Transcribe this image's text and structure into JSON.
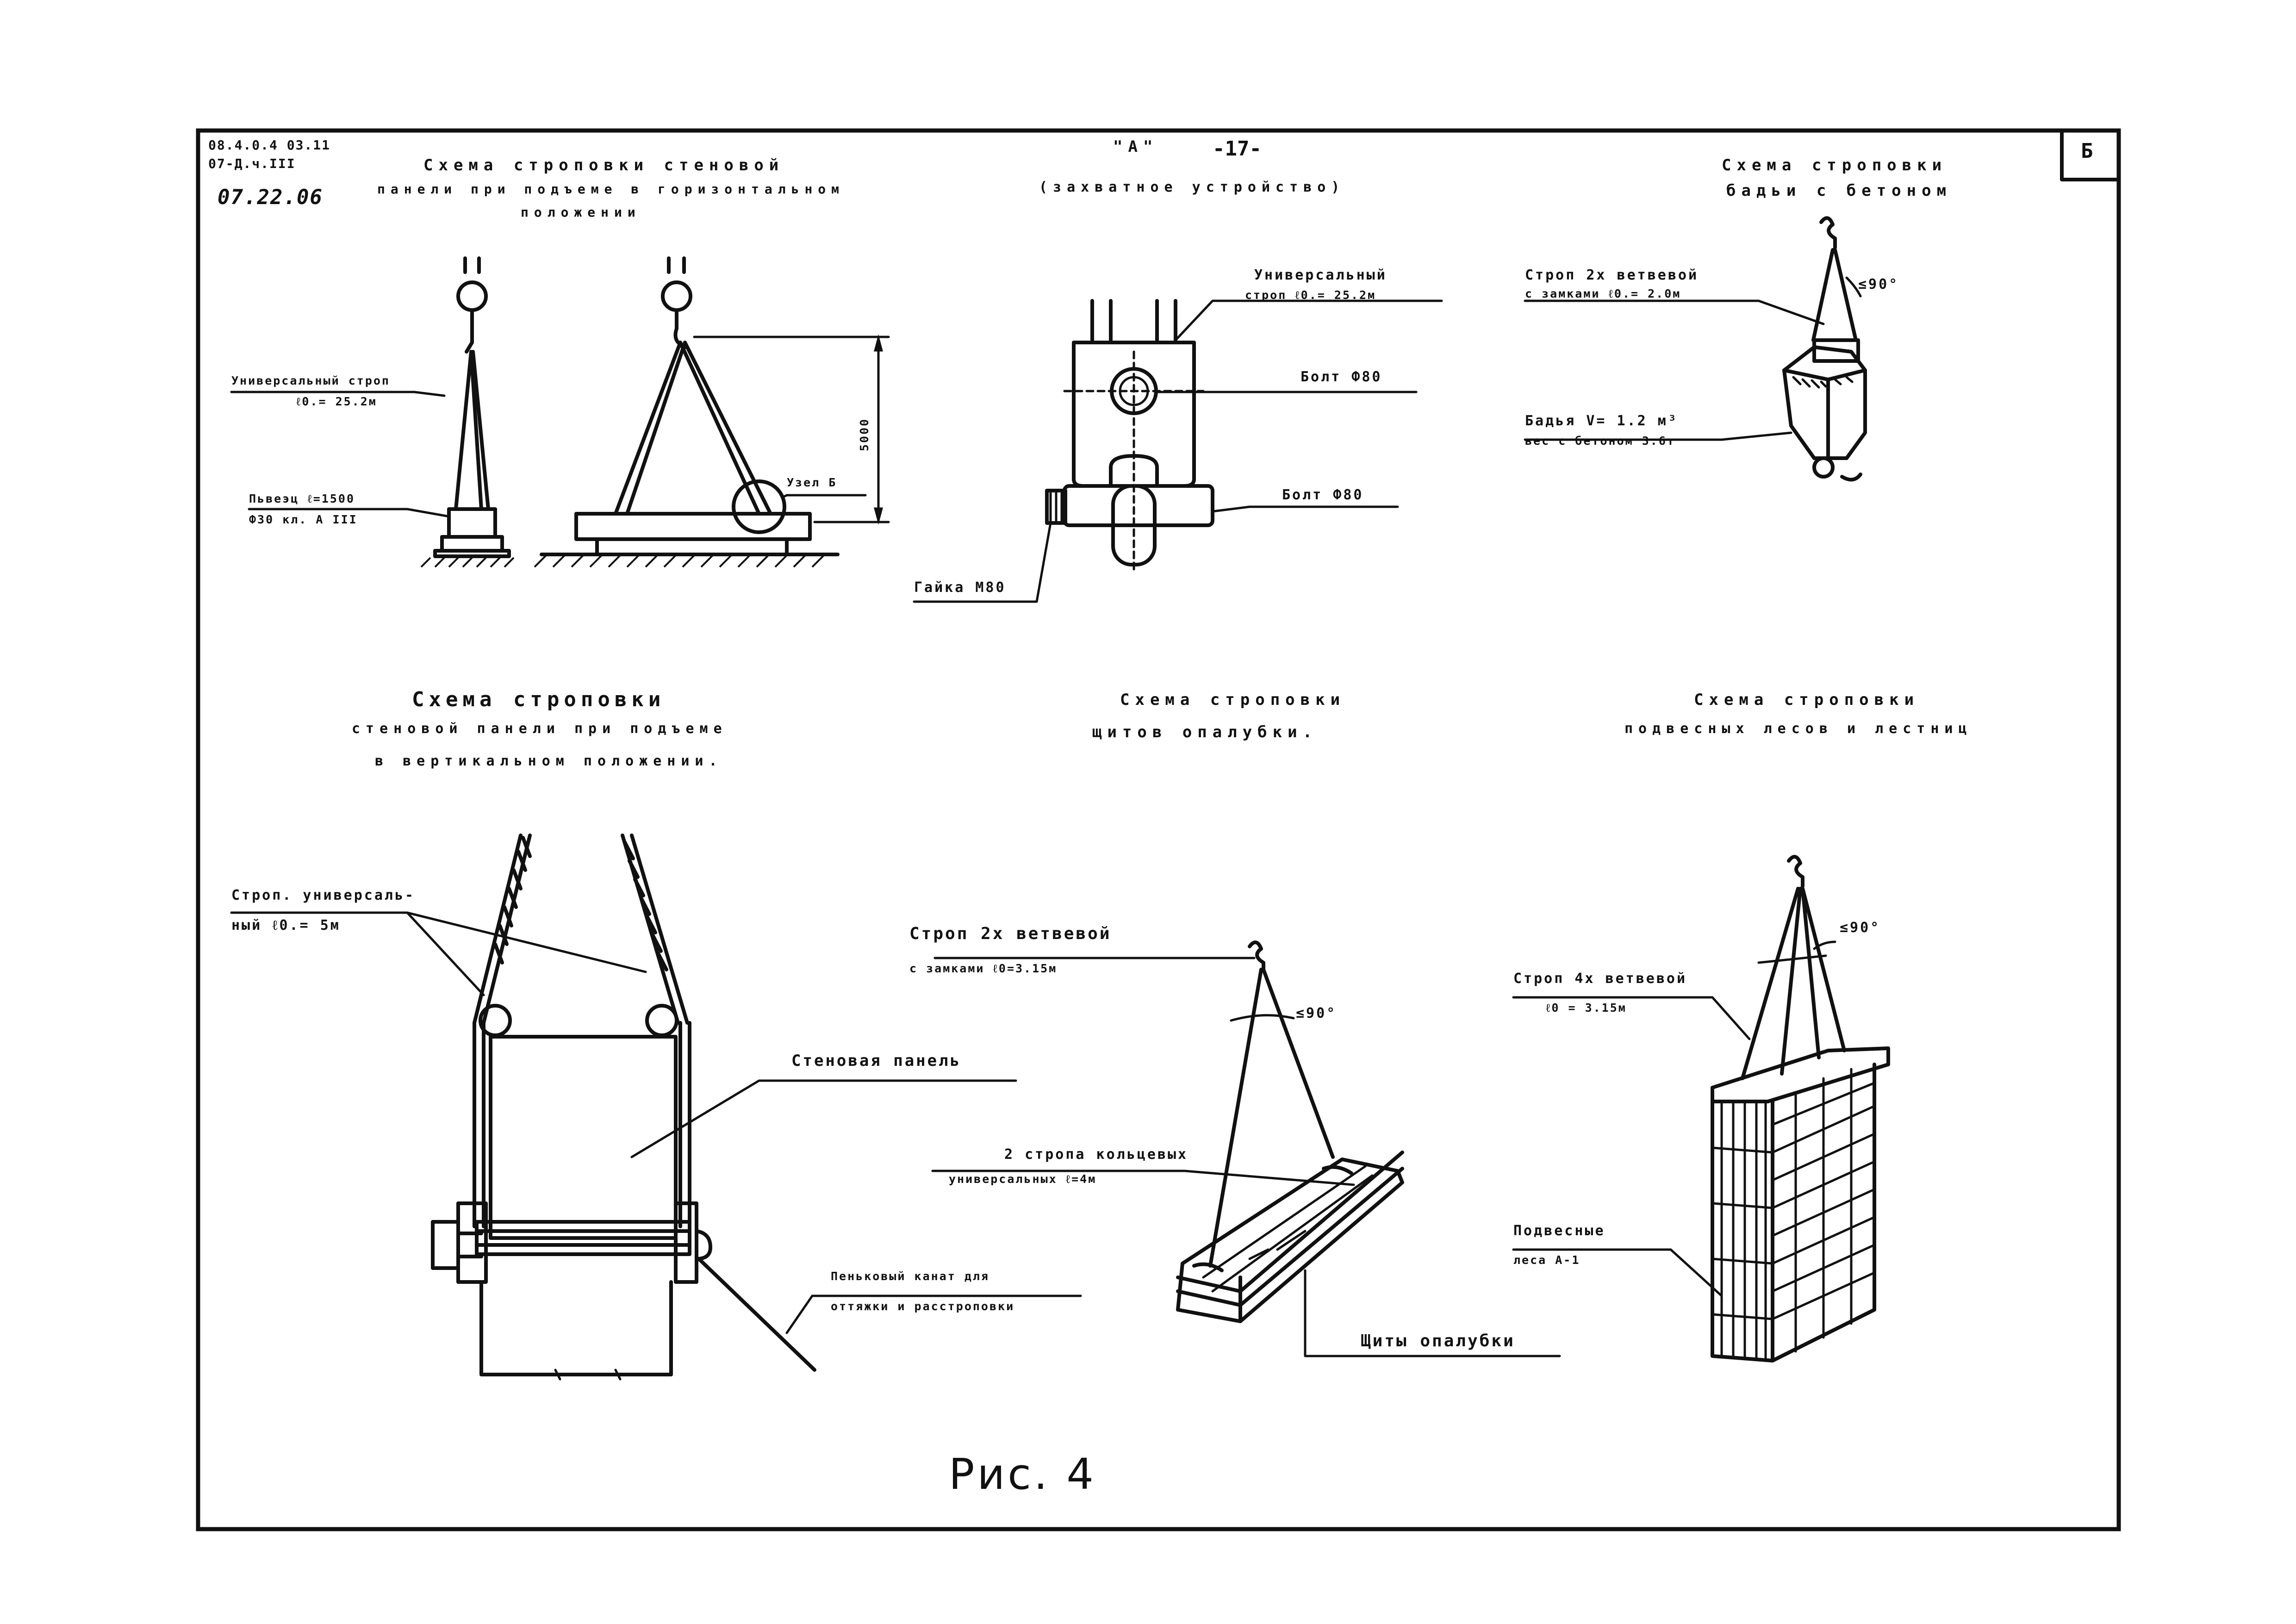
{
  "sheet": {
    "codes": {
      "line1": "08.4.0.4 03.11",
      "line2": "07-Д.ч.III",
      "line3": "07.22.06"
    },
    "page_number": "-17-",
    "sheet_tag": "Б",
    "figure_caption": "Рис. 4"
  },
  "top_left": {
    "title_l1": "Схема строповки стеновой",
    "title_l2": "панели при подъеме в горизонтальном",
    "title_l3": "положении",
    "sling_label_l1": "Универсальный строп",
    "sling_label_l2": "ℓ0.= 25.2м",
    "ring_label_l1": "Пьвеэц ℓ=1500",
    "ring_label_l2": "Ф30 кл. А III",
    "dimension": "5000",
    "node_label": "Узел Б"
  },
  "top_middle": {
    "title_l1": "\"А\"",
    "title_l2": "(захватное устройство)",
    "sling_label_l1": "Универсальный",
    "sling_label_l2": "строп ℓ0.= 25.2м",
    "bolt1": "Болт Ф80",
    "bolt2": "Болт Ф80",
    "nut": "Гайка М80"
  },
  "top_right": {
    "title_l1": "Схема строповки",
    "title_l2": "бадьи с бетоном",
    "sling_l1": "Строп 2х ветвевой",
    "sling_l2": "с замками ℓ0.= 2.0м",
    "angle": "≤90°",
    "bucket_l1": "Бадья V= 1.2 м³",
    "bucket_l2": "вес с бетоном 3.6т"
  },
  "bottom_left": {
    "title_l1": "Схема строповки",
    "title_l2": "стеновой панели при подъеме",
    "title_l3": "в вертикальном положении.",
    "sling_l1": "Строп. универсаль-",
    "sling_l2": "ный ℓ0.= 5м",
    "panel": "Стеновая панель",
    "rope_l1": "Пеньковый канат для",
    "rope_l2": "оттяжки и расстроповки"
  },
  "bottom_middle": {
    "title_l1": "Схема строповки",
    "title_l2": "щитов опалубки.",
    "sling_l1": "Строп 2х ветвевой",
    "sling_l2": "с замками ℓ0=3.15м",
    "angle": "≤90°",
    "ring_l1": "2 стропа кольцевых",
    "ring_l2": "универсальных ℓ=4м",
    "shields": "Щиты опалубки"
  },
  "bottom_right": {
    "title_l1": "Схема строповки",
    "title_l2": "подвесных лесов и лестниц",
    "sling_l1": "Строп 4х ветвевой",
    "sling_l2": "ℓ0 = 3.15м",
    "angle": "≤90°",
    "scaffold_l1": "Подвесные",
    "scaffold_l2": "леса А-1"
  }
}
